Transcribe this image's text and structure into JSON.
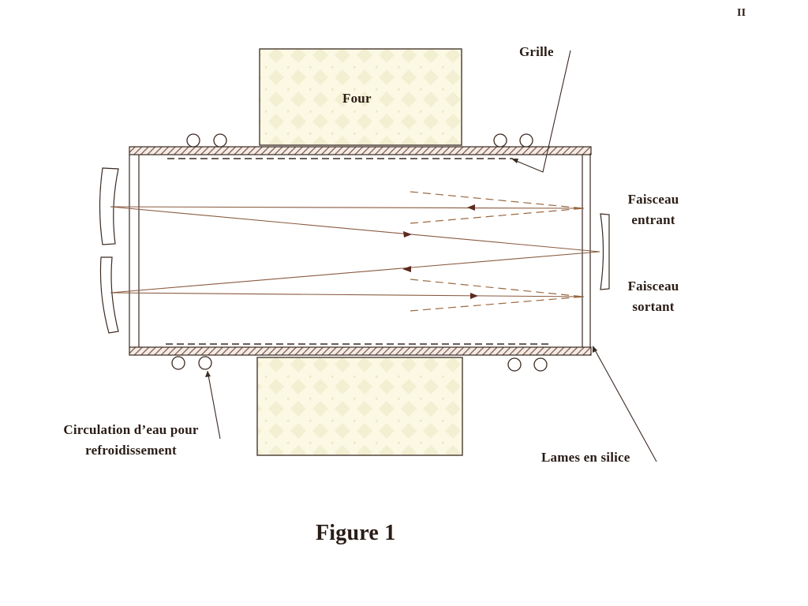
{
  "page": {
    "number": "II",
    "caption": "Figure 1"
  },
  "labels": {
    "furnace": "Four",
    "grid": "Grille",
    "beam_in": [
      "Faisceau",
      "entrant"
    ],
    "beam_out": [
      "Faisceau",
      "sortant"
    ],
    "cooling": [
      "Circulation d’eau pour",
      "refroidissement"
    ],
    "windows": "Lames en silice"
  },
  "colors": {
    "line": "#3a2a22",
    "arrow": "#5a2a20",
    "beam": "#8a5a40",
    "dashed_beam": "#9a6a42",
    "hatch": "#7a5244",
    "furnace_fill": "#fbf9e4",
    "furnace_pattern": "#ece8c6"
  }
}
